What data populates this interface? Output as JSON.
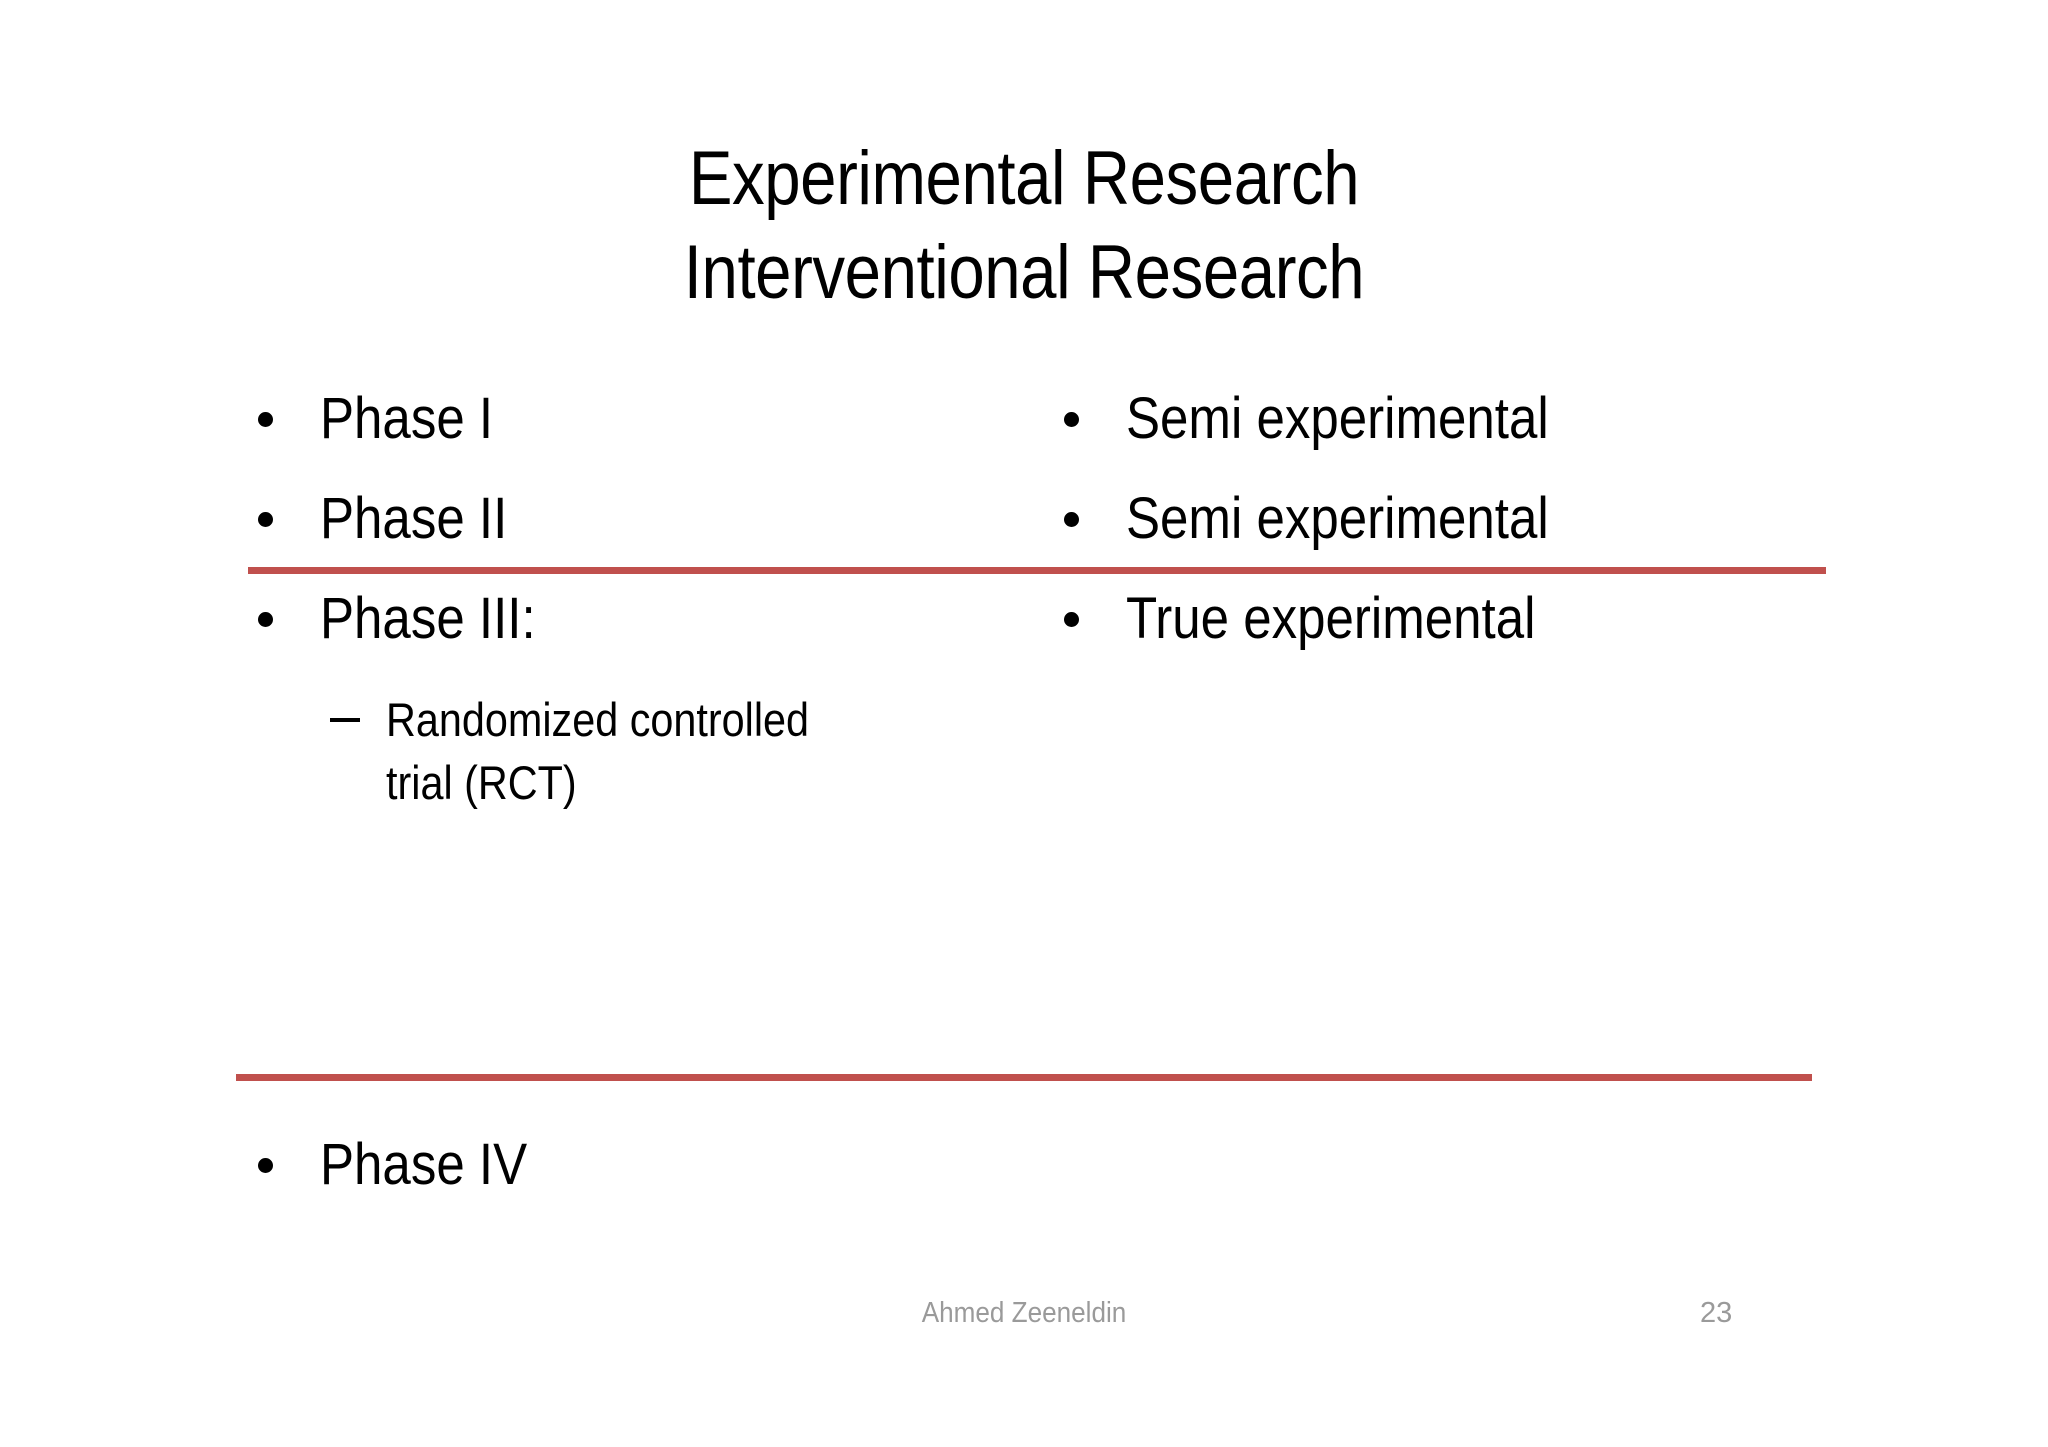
{
  "slide": {
    "background_color": "#FFFFFF",
    "accent_color": "#C0504D",
    "text_color": "#000000",
    "footer_color": "#9A9A9A"
  },
  "title": {
    "line1": "Experimental Research",
    "line2": "Interventional Research"
  },
  "columns": {
    "left": {
      "items": [
        {
          "label": "Phase I"
        },
        {
          "label": "Phase II"
        },
        {
          "label": "Phase III:"
        }
      ],
      "sub_items": [
        {
          "label": "Randomized controlled trial (RCT)"
        }
      ],
      "bottom_items": [
        {
          "label": "Phase IV"
        }
      ]
    },
    "right": {
      "items": [
        {
          "label": "Semi experimental"
        },
        {
          "label": "Semi experimental"
        },
        {
          "label": "True experimental"
        }
      ]
    }
  },
  "dividers": [
    {
      "name": "rule-after-phase-two",
      "color": "#C0504D"
    },
    {
      "name": "rule-before-phase-four",
      "color": "#C0504D"
    }
  ],
  "footer": {
    "author": "Ahmed Zeeneldin",
    "page_number": "23"
  }
}
